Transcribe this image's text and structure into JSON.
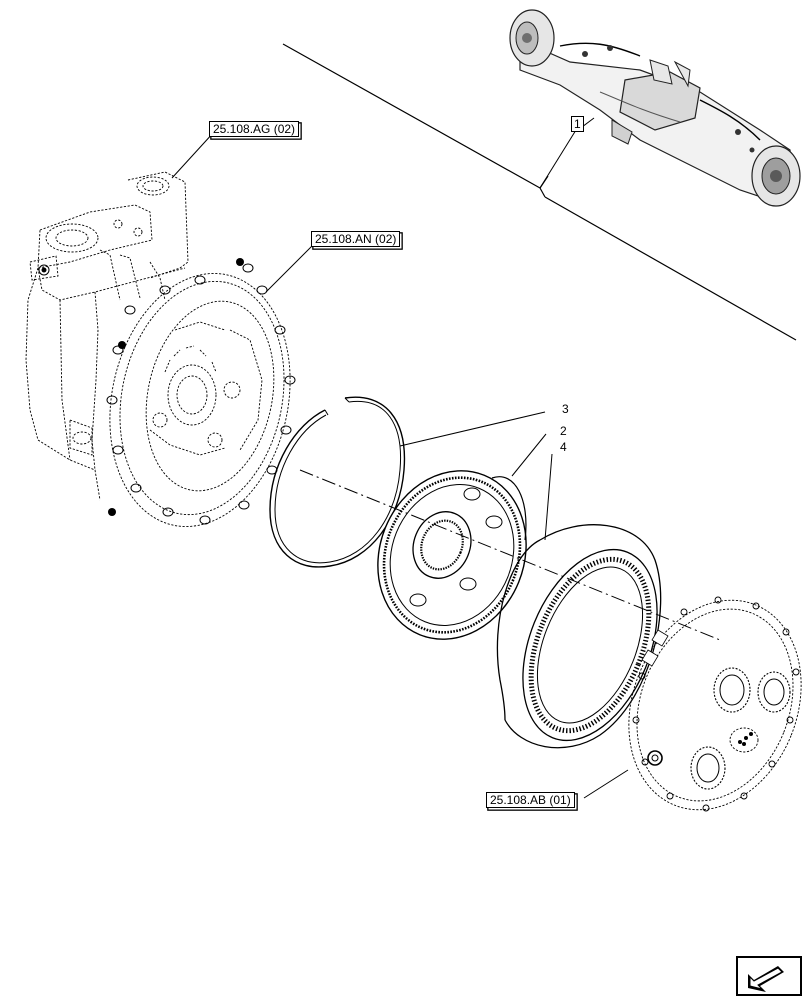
{
  "references": {
    "ref_ag": "25.108.AG (02)",
    "ref_an": "25.108.AN (02)",
    "ref_ab": "25.108.AB (01)"
  },
  "callouts": {
    "assembly": "1",
    "part_snap_ring": "3",
    "part_planet_carrier": "2",
    "part_ring_gear": "4"
  },
  "icons": {
    "navigation": "next-page-arrow-icon"
  }
}
